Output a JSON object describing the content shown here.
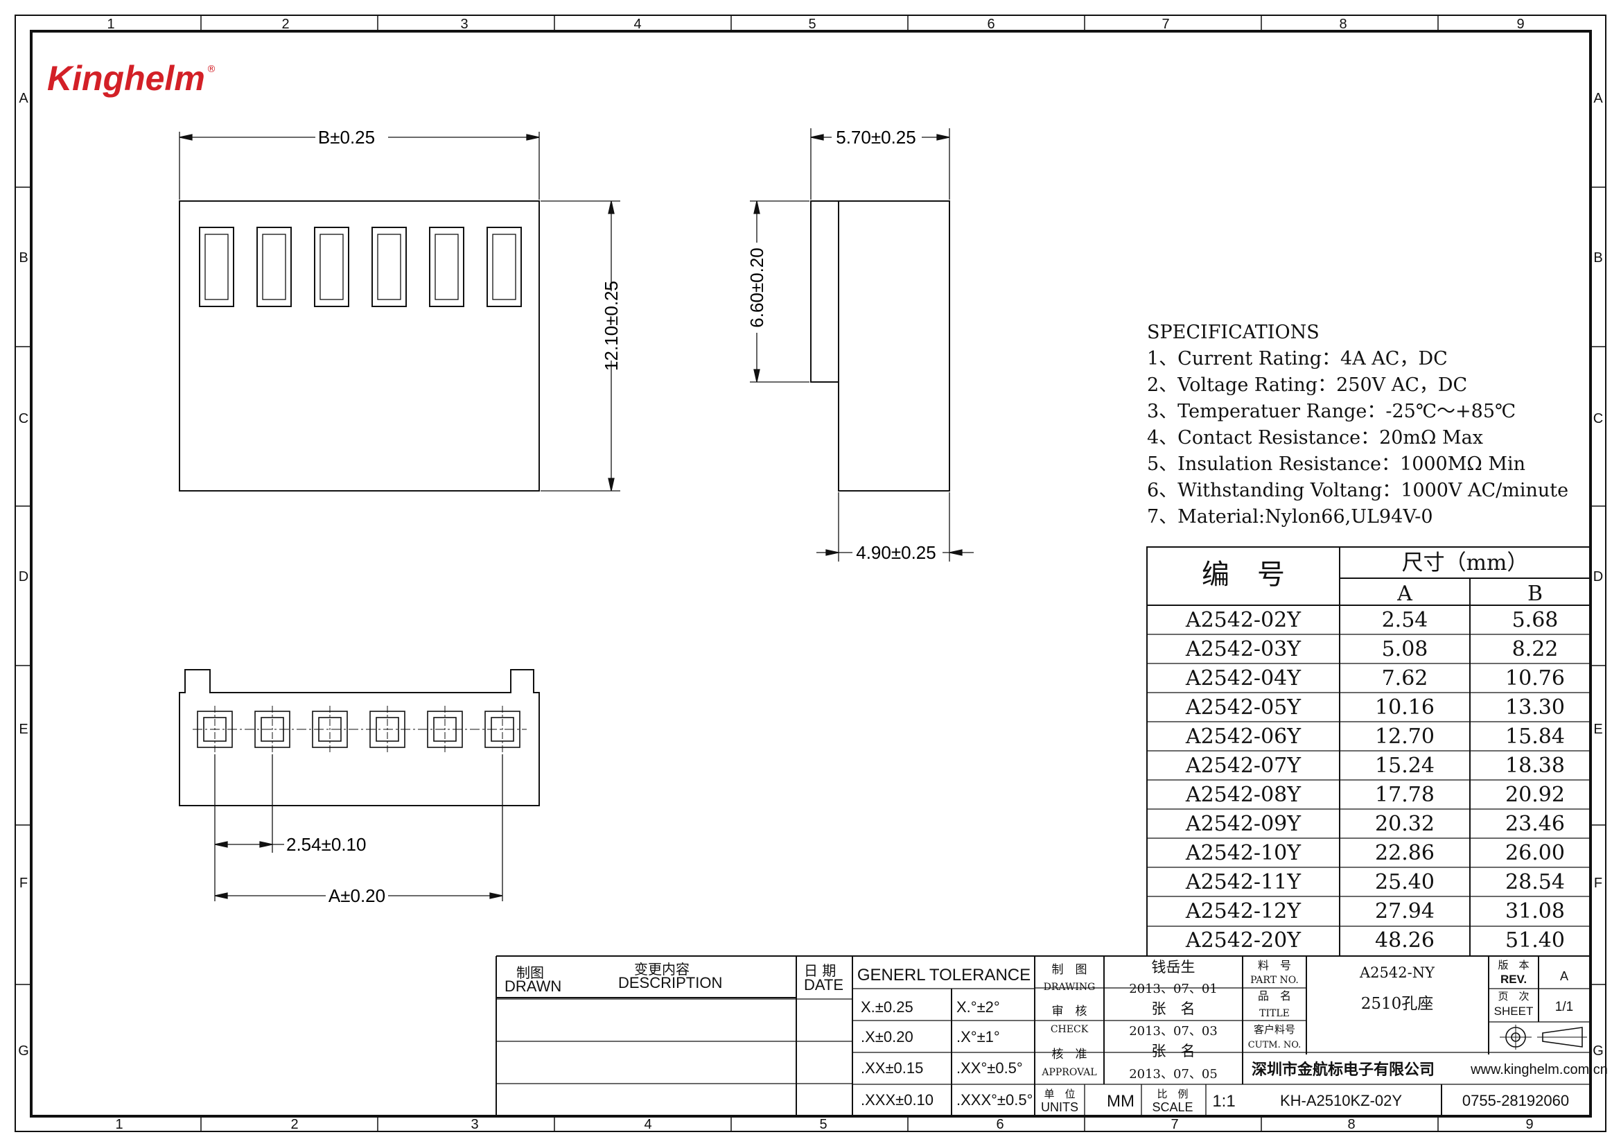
{
  "logo": "Kinghelm",
  "border": {
    "columns": [
      "1",
      "2",
      "3",
      "4",
      "5",
      "6",
      "7",
      "8",
      "9"
    ],
    "rows": [
      "A",
      "B",
      "C",
      "D",
      "E",
      "F",
      "G"
    ]
  },
  "dimensions": {
    "b": "B±0.25",
    "height": "12.10±0.25",
    "width_side": "5.70±0.25",
    "height_side": "6.60±0.20",
    "depth": "4.90±0.25",
    "pitch": "2.54±0.10",
    "a": "A±0.20"
  },
  "specifications": {
    "title": "SPECIFICATIONS",
    "items": [
      "1、Current Rating：4A AC，DC",
      "2、Voltage Rating：250V AC，DC",
      "3、Temperatuer Range：-25℃～+85℃",
      "4、Contact Resistance：20mΩ Max",
      "5、Insulation Resistance：1000MΩ Min",
      "6、Withstanding Voltang：1000V AC/minute",
      "7、Material:Nylon66,UL94V-0"
    ]
  },
  "size_table": {
    "col_part": "编　号",
    "col_size": "尺寸（mm）",
    "col_a": "A",
    "col_b": "B",
    "rows": [
      {
        "part": "A2542-02Y",
        "a": "2.54",
        "b": "5.68"
      },
      {
        "part": "A2542-03Y",
        "a": "5.08",
        "b": "8.22"
      },
      {
        "part": "A2542-04Y",
        "a": "7.62",
        "b": "10.76"
      },
      {
        "part": "A2542-05Y",
        "a": "10.16",
        "b": "13.30"
      },
      {
        "part": "A2542-06Y",
        "a": "12.70",
        "b": "15.84"
      },
      {
        "part": "A2542-07Y",
        "a": "15.24",
        "b": "18.38"
      },
      {
        "part": "A2542-08Y",
        "a": "17.78",
        "b": "20.92"
      },
      {
        "part": "A2542-09Y",
        "a": "20.32",
        "b": "23.46"
      },
      {
        "part": "A2542-10Y",
        "a": "22.86",
        "b": "26.00"
      },
      {
        "part": "A2542-11Y",
        "a": "25.40",
        "b": "28.54"
      },
      {
        "part": "A2542-12Y",
        "a": "27.94",
        "b": "31.08"
      },
      {
        "part": "A2542-20Y",
        "a": "48.26",
        "b": "51.40"
      }
    ]
  },
  "title_block": {
    "drawn_cn": "制图",
    "drawn_en": "DRAWN",
    "desc_cn": "变更内容",
    "desc_en": "DESCRIPTION",
    "date_cn": "日 期",
    "date_en": "DATE",
    "tolerance_title": "GENERL TOLERANCE",
    "tolerances": [
      {
        "linear": "X.±0.25",
        "angle": "X.°±2°"
      },
      {
        "linear": ".X±0.20",
        "angle": ".X°±1°"
      },
      {
        "linear": ".XX±0.15",
        "angle": ".XX°±0.5°"
      },
      {
        "linear": ".XXX±0.10",
        "angle": ".XXX°±0.5°"
      }
    ],
    "drawing_cn": "制　图",
    "drawing_en": "DRAWING",
    "drawing_name": "钱岳生",
    "drawing_date": "2013、07、01",
    "check_cn": "审　核",
    "check_en": "CHECK",
    "check_name": "张　名",
    "check_date": "2013、07、03",
    "approval_cn": "核　准",
    "approval_en": "APPROVAL",
    "approval_name": "张　名",
    "approval_date": "2013、07、05",
    "units_cn": "单　位",
    "units_en": "UNITS",
    "units_value": "MM",
    "scale_cn": "比　例",
    "scale_en": "SCALE",
    "scale_value": "1:1",
    "part_no_cn": "料　号",
    "part_no_en": "PART NO.",
    "part_no": "A2542-NY",
    "title_cn": "品　名",
    "title_en": "TITLE",
    "title": "2510孔座",
    "cutm_cn": "客户料号",
    "cutm_en": "CUTM. NO.",
    "rev_cn": "版　本",
    "rev_en": "REV.",
    "rev": "A",
    "sheet_cn": "页　次",
    "sheet_en": "SHEET",
    "sheet": "1/1",
    "company": "深圳市金航标电子有限公司",
    "website": "www.kinghelm.com.cn",
    "drawing_no": "KH-A2510KZ-02Y",
    "phone": "0755-28192060"
  }
}
